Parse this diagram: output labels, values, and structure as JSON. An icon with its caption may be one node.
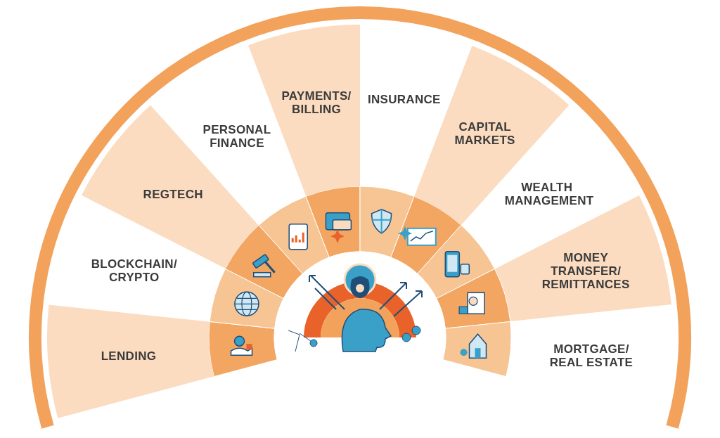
{
  "diagram": {
    "nodes": [
      {
        "text": [
          "LENDING"
        ]
      },
      {
        "text": [
          "BLOCKCHAIN/ CRYPTO"
        ]
      },
      {
        "text": [
          "REGTECH"
        ]
      },
      {
        "text": [
          "PERSONAL FINANCE"
        ]
      },
      {
        "text": [
          "PAYMENTS/ BILLING"
        ]
      },
      {
        "text": [
          "INSURANCE"
        ]
      },
      {
        "text": [
          "CAPITAL MARKETS"
        ]
      },
      {
        "text": [
          "WEALTH MANAGEMENT"
        ]
      },
      {
        "text": [
          "MONEY TRANSFER/ REMITTANCES"
        ]
      },
      {
        "text": [
          "MORTGAGE/ REAL ESTATE"
        ]
      }
    ]
  }
}
